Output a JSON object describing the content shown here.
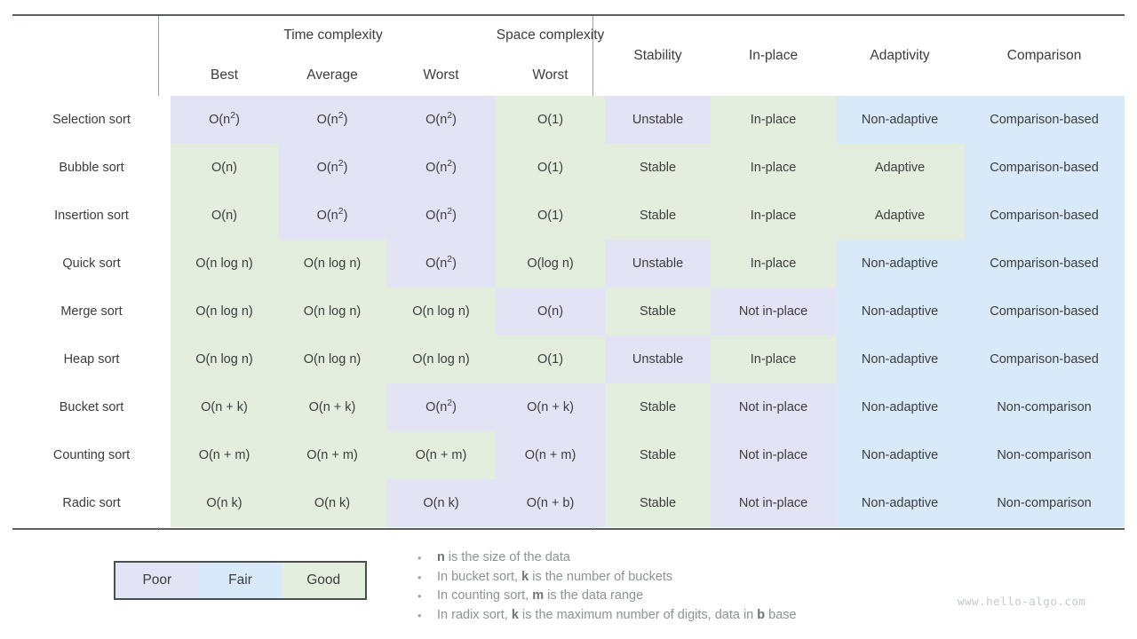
{
  "table": {
    "group_headers": [
      {
        "label": "",
        "span": 1
      },
      {
        "label": "Time complexity",
        "span": 3
      },
      {
        "label": "Space complexity",
        "span": 1
      }
    ],
    "time_group_label": "Time complexity",
    "space_group_label": "Space complexity",
    "sub_headers": [
      "",
      "Best",
      "Average",
      "Worst",
      "Worst"
    ],
    "property_headers": [
      "Stability",
      "In-place",
      "Adaptivity",
      "Comparison"
    ],
    "rows": [
      {
        "algorithm": "Selection sort",
        "cells": [
          {
            "text": "O(n^2)",
            "base": "O(n",
            "sup": "2",
            "tail": ")",
            "rating": "poor"
          },
          {
            "text": "O(n^2)",
            "base": "O(n",
            "sup": "2",
            "tail": ")",
            "rating": "poor"
          },
          {
            "text": "O(n^2)",
            "base": "O(n",
            "sup": "2",
            "tail": ")",
            "rating": "poor"
          },
          {
            "text": "O(1)",
            "base": "O(1)",
            "sup": "",
            "tail": "",
            "rating": "good"
          },
          {
            "text": "Unstable",
            "base": "Unstable",
            "sup": "",
            "tail": "",
            "rating": "poor"
          },
          {
            "text": "In-place",
            "base": "In-place",
            "sup": "",
            "tail": "",
            "rating": "good"
          },
          {
            "text": "Non-adaptive",
            "base": "Non-adaptive",
            "sup": "",
            "tail": "",
            "rating": "fair"
          },
          {
            "text": "Comparison-based",
            "base": "Comparison-based",
            "sup": "",
            "tail": "",
            "rating": "fair"
          }
        ]
      },
      {
        "algorithm": "Bubble sort",
        "cells": [
          {
            "text": "O(n)",
            "base": "O(n)",
            "sup": "",
            "tail": "",
            "rating": "good"
          },
          {
            "text": "O(n^2)",
            "base": "O(n",
            "sup": "2",
            "tail": ")",
            "rating": "poor"
          },
          {
            "text": "O(n^2)",
            "base": "O(n",
            "sup": "2",
            "tail": ")",
            "rating": "poor"
          },
          {
            "text": "O(1)",
            "base": "O(1)",
            "sup": "",
            "tail": "",
            "rating": "good"
          },
          {
            "text": "Stable",
            "base": "Stable",
            "sup": "",
            "tail": "",
            "rating": "good"
          },
          {
            "text": "In-place",
            "base": "In-place",
            "sup": "",
            "tail": "",
            "rating": "good"
          },
          {
            "text": "Adaptive",
            "base": "Adaptive",
            "sup": "",
            "tail": "",
            "rating": "good"
          },
          {
            "text": "Comparison-based",
            "base": "Comparison-based",
            "sup": "",
            "tail": "",
            "rating": "fair"
          }
        ]
      },
      {
        "algorithm": "Insertion sort",
        "cells": [
          {
            "text": "O(n)",
            "base": "O(n)",
            "sup": "",
            "tail": "",
            "rating": "good"
          },
          {
            "text": "O(n^2)",
            "base": "O(n",
            "sup": "2",
            "tail": ")",
            "rating": "poor"
          },
          {
            "text": "O(n^2)",
            "base": "O(n",
            "sup": "2",
            "tail": ")",
            "rating": "poor"
          },
          {
            "text": "O(1)",
            "base": "O(1)",
            "sup": "",
            "tail": "",
            "rating": "good"
          },
          {
            "text": "Stable",
            "base": "Stable",
            "sup": "",
            "tail": "",
            "rating": "good"
          },
          {
            "text": "In-place",
            "base": "In-place",
            "sup": "",
            "tail": "",
            "rating": "good"
          },
          {
            "text": "Adaptive",
            "base": "Adaptive",
            "sup": "",
            "tail": "",
            "rating": "good"
          },
          {
            "text": "Comparison-based",
            "base": "Comparison-based",
            "sup": "",
            "tail": "",
            "rating": "fair"
          }
        ]
      },
      {
        "algorithm": "Quick sort",
        "cells": [
          {
            "text": "O(n log n)",
            "base": "O(n log n)",
            "sup": "",
            "tail": "",
            "rating": "good"
          },
          {
            "text": "O(n log n)",
            "base": "O(n log n)",
            "sup": "",
            "tail": "",
            "rating": "good"
          },
          {
            "text": "O(n^2)",
            "base": "O(n",
            "sup": "2",
            "tail": ")",
            "rating": "poor"
          },
          {
            "text": "O(log n)",
            "base": "O(log n)",
            "sup": "",
            "tail": "",
            "rating": "good"
          },
          {
            "text": "Unstable",
            "base": "Unstable",
            "sup": "",
            "tail": "",
            "rating": "poor"
          },
          {
            "text": "In-place",
            "base": "In-place",
            "sup": "",
            "tail": "",
            "rating": "good"
          },
          {
            "text": "Non-adaptive",
            "base": "Non-adaptive",
            "sup": "",
            "tail": "",
            "rating": "fair"
          },
          {
            "text": "Comparison-based",
            "base": "Comparison-based",
            "sup": "",
            "tail": "",
            "rating": "fair"
          }
        ]
      },
      {
        "algorithm": "Merge sort",
        "cells": [
          {
            "text": "O(n log n)",
            "base": "O(n log n)",
            "sup": "",
            "tail": "",
            "rating": "good"
          },
          {
            "text": "O(n log n)",
            "base": "O(n log n)",
            "sup": "",
            "tail": "",
            "rating": "good"
          },
          {
            "text": "O(n log n)",
            "base": "O(n log n)",
            "sup": "",
            "tail": "",
            "rating": "good"
          },
          {
            "text": "O(n)",
            "base": "O(n)",
            "sup": "",
            "tail": "",
            "rating": "poor"
          },
          {
            "text": "Stable",
            "base": "Stable",
            "sup": "",
            "tail": "",
            "rating": "good"
          },
          {
            "text": "Not in-place",
            "base": "Not in-place",
            "sup": "",
            "tail": "",
            "rating": "poor"
          },
          {
            "text": "Non-adaptive",
            "base": "Non-adaptive",
            "sup": "",
            "tail": "",
            "rating": "fair"
          },
          {
            "text": "Comparison-based",
            "base": "Comparison-based",
            "sup": "",
            "tail": "",
            "rating": "fair"
          }
        ]
      },
      {
        "algorithm": "Heap sort",
        "cells": [
          {
            "text": "O(n log n)",
            "base": "O(n log n)",
            "sup": "",
            "tail": "",
            "rating": "good"
          },
          {
            "text": "O(n log n)",
            "base": "O(n log n)",
            "sup": "",
            "tail": "",
            "rating": "good"
          },
          {
            "text": "O(n log n)",
            "base": "O(n log n)",
            "sup": "",
            "tail": "",
            "rating": "good"
          },
          {
            "text": "O(1)",
            "base": "O(1)",
            "sup": "",
            "tail": "",
            "rating": "good"
          },
          {
            "text": "Unstable",
            "base": "Unstable",
            "sup": "",
            "tail": "",
            "rating": "poor"
          },
          {
            "text": "In-place",
            "base": "In-place",
            "sup": "",
            "tail": "",
            "rating": "good"
          },
          {
            "text": "Non-adaptive",
            "base": "Non-adaptive",
            "sup": "",
            "tail": "",
            "rating": "fair"
          },
          {
            "text": "Comparison-based",
            "base": "Comparison-based",
            "sup": "",
            "tail": "",
            "rating": "fair"
          }
        ]
      },
      {
        "algorithm": "Bucket sort",
        "cells": [
          {
            "text": "O(n + k)",
            "base": "O(n + k)",
            "sup": "",
            "tail": "",
            "rating": "good"
          },
          {
            "text": "O(n + k)",
            "base": "O(n + k)",
            "sup": "",
            "tail": "",
            "rating": "good"
          },
          {
            "text": "O(n^2)",
            "base": "O(n",
            "sup": "2",
            "tail": ")",
            "rating": "poor"
          },
          {
            "text": "O(n + k)",
            "base": "O(n + k)",
            "sup": "",
            "tail": "",
            "rating": "poor"
          },
          {
            "text": "Stable",
            "base": "Stable",
            "sup": "",
            "tail": "",
            "rating": "good"
          },
          {
            "text": "Not in-place",
            "base": "Not in-place",
            "sup": "",
            "tail": "",
            "rating": "poor"
          },
          {
            "text": "Non-adaptive",
            "base": "Non-adaptive",
            "sup": "",
            "tail": "",
            "rating": "fair"
          },
          {
            "text": "Non-comparison",
            "base": "Non-comparison",
            "sup": "",
            "tail": "",
            "rating": "fair"
          }
        ]
      },
      {
        "algorithm": "Counting sort",
        "cells": [
          {
            "text": "O(n + m)",
            "base": "O(n + m)",
            "sup": "",
            "tail": "",
            "rating": "good"
          },
          {
            "text": "O(n + m)",
            "base": "O(n + m)",
            "sup": "",
            "tail": "",
            "rating": "good"
          },
          {
            "text": "O(n + m)",
            "base": "O(n + m)",
            "sup": "",
            "tail": "",
            "rating": "good"
          },
          {
            "text": "O(n + m)",
            "base": "O(n + m)",
            "sup": "",
            "tail": "",
            "rating": "poor"
          },
          {
            "text": "Stable",
            "base": "Stable",
            "sup": "",
            "tail": "",
            "rating": "good"
          },
          {
            "text": "Not in-place",
            "base": "Not in-place",
            "sup": "",
            "tail": "",
            "rating": "poor"
          },
          {
            "text": "Non-adaptive",
            "base": "Non-adaptive",
            "sup": "",
            "tail": "",
            "rating": "fair"
          },
          {
            "text": "Non-comparison",
            "base": "Non-comparison",
            "sup": "",
            "tail": "",
            "rating": "fair"
          }
        ]
      },
      {
        "algorithm": "Radic sort",
        "cells": [
          {
            "text": "O(n k)",
            "base": "O(n k)",
            "sup": "",
            "tail": "",
            "rating": "good"
          },
          {
            "text": "O(n k)",
            "base": "O(n k)",
            "sup": "",
            "tail": "",
            "rating": "good"
          },
          {
            "text": "O(n k)",
            "base": "O(n k)",
            "sup": "",
            "tail": "",
            "rating": "poor"
          },
          {
            "text": "O(n + b)",
            "base": "O(n + b)",
            "sup": "",
            "tail": "",
            "rating": "poor"
          },
          {
            "text": "Stable",
            "base": "Stable",
            "sup": "",
            "tail": "",
            "rating": "good"
          },
          {
            "text": "Not in-place",
            "base": "Not in-place",
            "sup": "",
            "tail": "",
            "rating": "poor"
          },
          {
            "text": "Non-adaptive",
            "base": "Non-adaptive",
            "sup": "",
            "tail": "",
            "rating": "fair"
          },
          {
            "text": "Non-comparison",
            "base": "Non-comparison",
            "sup": "",
            "tail": "",
            "rating": "fair"
          }
        ]
      }
    ]
  },
  "legend": {
    "items": [
      {
        "label": "Poor",
        "rating": "poor",
        "color": "#e2e3f5"
      },
      {
        "label": "Fair",
        "rating": "fair",
        "color": "#d8eafa"
      },
      {
        "label": "Good",
        "rating": "good",
        "color": "#e4eede"
      }
    ]
  },
  "notes": {
    "bullet": "•",
    "items": [
      {
        "pre": "",
        "sym": "n",
        "post": " is the size of the data"
      },
      {
        "pre": "In bucket sort, ",
        "sym": "k",
        "post": " is the number of buckets"
      },
      {
        "pre": "In counting sort, ",
        "sym": "m",
        "post": " is the data range"
      },
      {
        "pre": "In radix sort, ",
        "sym": "k",
        "post": " is the maximum number of digits, data in ",
        "sym2": "b",
        "post2": " base"
      }
    ]
  },
  "watermark": "www.hello-algo.com"
}
